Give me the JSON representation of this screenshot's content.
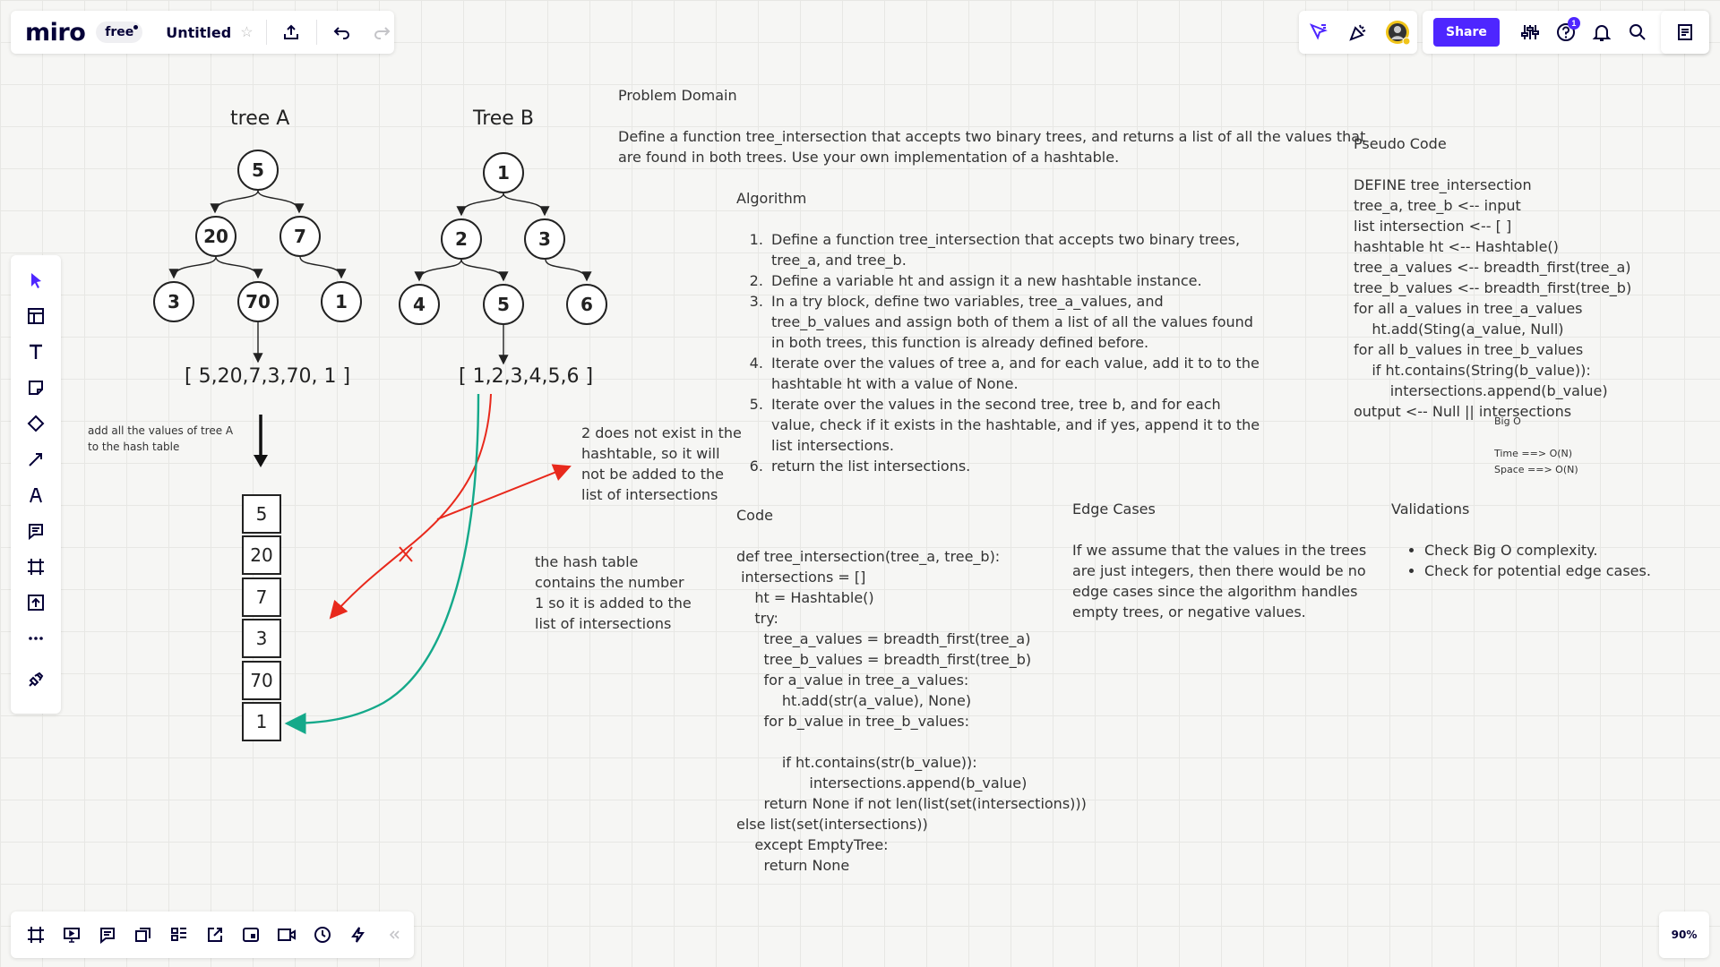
{
  "app": {
    "logo": "miro",
    "plan": "free",
    "board_title": "Untitled"
  },
  "header": {
    "share_label": "Share",
    "help_badge": "1"
  },
  "zoom": "90%",
  "canvas": {
    "tree_a": {
      "title": "tree A",
      "nodes": [
        "5",
        "20",
        "7",
        "3",
        "70",
        "1"
      ],
      "array": "[ 5,20,7,3,70, 1 ]"
    },
    "tree_b": {
      "title": "Tree B",
      "nodes": [
        "1",
        "2",
        "3",
        "4",
        "5",
        "6"
      ],
      "array": "[ 1,2,3,4,5,6 ]"
    },
    "add_note": "add all the values of tree A\nto the hash table",
    "hash_cells": [
      "5",
      "20",
      "7",
      "3",
      "70",
      "1"
    ],
    "note_not_exist": "2 does not exist in the\nhashtable, so it will\nnot be added to the\nlist of intersections",
    "note_contains": "the hash table\ncontains the number\n1 so it is added to the\nlist of intersections",
    "problem_title": "Problem Domain",
    "problem_text": "Define a function tree_intersection that accepts two binary trees, and returns a list of all the values that\nare found in both trees. Use your own implementation of a hashtable.",
    "algorithm_title": "Algorithm",
    "algorithm_steps": [
      "Define a function tree_intersection that accepts two binary trees,\ntree_a, and tree_b.",
      "Define a variable ht and assign it a new hashtable instance.",
      "In a try block, define two variables, tree_a_values, and\ntree_b_values and assign both of them a list of all the values found\nin both trees, this function is already defined before.",
      "Iterate over the values of tree a, and for each value, add it to to the\nhashtable ht with a value of None.",
      "Iterate over the values in the second tree, tree b, and for each\nvalue, check if it exists in the hashtable, and if yes, append it to the\nlist intersections.",
      "return the list intersections."
    ],
    "code_title": "Code",
    "code_text": "def tree_intersection(tree_a, tree_b):\n intersections = []\n    ht = Hashtable()\n    try:\n      tree_a_values = breadth_first(tree_a)\n      tree_b_values = breadth_first(tree_b)\n      for a_value in tree_a_values:\n          ht.add(str(a_value), None)\n      for b_value in tree_b_values:\n\n          if ht.contains(str(b_value)):\n                intersections.append(b_value)\n      return None if not len(list(set(intersections)))\nelse list(set(intersections))\n    except EmptyTree:\n      return None",
    "pseudo_title": "Pseudo Code",
    "pseudo_text": "DEFINE tree_intersection\ntree_a, tree_b <-- input\nlist intersection <-- [ ]\nhashtable ht <-- Hashtable()\ntree_a_values <-- breadth_first(tree_a)\ntree_b_values <-- breadth_first(tree_b)\nfor all a_values in tree_a_values\n    ht.add(Sting(a_value, Null)\nfor all b_values in tree_b_values\n    if ht.contains(String(b_value)):\n        intersections.append(b_value)\noutput <-- Null || intersections",
    "bigo_title": "Big O",
    "bigo_time": "Time ==> O(N)",
    "bigo_space": "Space ==> O(N)",
    "edge_title": "Edge Cases",
    "edge_text": "If we assume that the values in the trees\nare just integers, then there would be no\nedge cases since the algorithm handles\nempty trees, or negative values.",
    "validations_title": "Validations",
    "validations": [
      "Check Big O complexity.",
      "Check for potential edge cases."
    ]
  },
  "colors": {
    "accent": "#4e26ff",
    "red_arrow": "#e8291c",
    "green_arrow": "#14a98a"
  },
  "icons": {
    "left_toolbar": [
      "select-icon",
      "templates-icon",
      "text-icon",
      "sticky-note-icon",
      "shapes-icon",
      "pen-icon",
      "comment-icon",
      "frame-icon",
      "upload-icon",
      "more-icon",
      "integrations-icon"
    ],
    "bottom_toolbar": [
      "frames-icon",
      "presentation-icon",
      "comments-icon",
      "cards-icon",
      "kanban-icon",
      "embed-icon",
      "screenshot-icon",
      "video-icon",
      "timer-icon",
      "lightning-icon",
      "collapse-icon"
    ]
  }
}
